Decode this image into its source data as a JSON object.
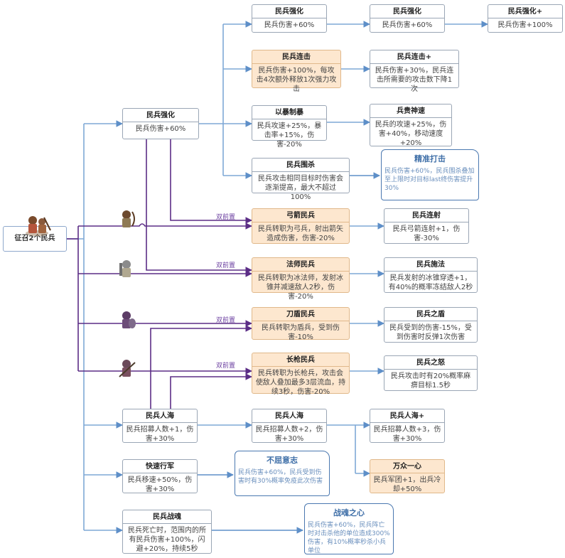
{
  "root": {
    "title": "征召2个民兵"
  },
  "tags": {
    "dual_pre": "双前置"
  },
  "nodes": {
    "n_strength": {
      "title": "民兵强化",
      "desc": "民兵伤害+60%"
    },
    "n_strength_a": {
      "title": "民兵强化",
      "desc": "民兵伤害+60%"
    },
    "n_strength_b": {
      "title": "民兵强化",
      "desc": "民兵伤害+60%"
    },
    "n_strength_c": {
      "title": "民兵强化+",
      "desc": "民兵伤害+100%"
    },
    "n_combo": {
      "title": "民兵连击",
      "desc": "民兵伤害+100%，每攻击4次额外释放1次强力攻击"
    },
    "n_combo_plus": {
      "title": "民兵连击+",
      "desc": "民兵伤害+30%，民兵连击所需要的攻击数下降1次"
    },
    "n_violent": {
      "title": "以暴制暴",
      "desc": "民兵攻速+25%，暴击率+15%，伤害-20%"
    },
    "n_swift": {
      "title": "兵贵神速",
      "desc": "民兵的攻速+25%，伤害+40%，移动速度+20%"
    },
    "n_siege": {
      "title": "民兵围杀",
      "desc": "民兵攻击相同目标时伤害会逐渐提高，最大不超过100%"
    },
    "n_precise": {
      "title": "精准打击",
      "desc": "民兵伤害+60%，民兵围杀叠加至上限时对目标last终伤害提升30%"
    },
    "n_archer": {
      "title": "弓箭民兵",
      "desc": "民兵转职为弓兵，射出箭矢造成伤害，伤害-20%"
    },
    "n_volley": {
      "title": "民兵连射",
      "desc": "民兵弓箭连射+1，伤害-30%"
    },
    "n_mage": {
      "title": "法师民兵",
      "desc": "民兵转职为冰法师，发射冰锥并减速敌人2秒，伤害-20%"
    },
    "n_cast": {
      "title": "民兵施法",
      "desc": "民兵发射的冰锥穿透+1，有40%的概率冻结敌人2秒"
    },
    "n_shield": {
      "title": "刀盾民兵",
      "desc": "民兵转职为盾兵，受到伤害-10%"
    },
    "n_shield_skill": {
      "title": "民兵之盾",
      "desc": "民兵受到的伤害-15%，受到伤害时反弹1次伤害"
    },
    "n_spear": {
      "title": "长枪民兵",
      "desc": "民兵转职为长枪兵，攻击会使敌人叠加最多3层流血，持续3秒，伤害-20%"
    },
    "n_wrath": {
      "title": "民兵之怒",
      "desc": "民兵攻击时有20%概率麻痹目标1.5秒"
    },
    "n_sea": {
      "title": "民兵人海",
      "desc": "民兵招募人数+1，伤害+30%"
    },
    "n_sea2": {
      "title": "民兵人海",
      "desc": "民兵招募人数+2，伤害+30%"
    },
    "n_sea3": {
      "title": "民兵人海+",
      "desc": "民兵招募人数+3，伤害+30%"
    },
    "n_unity": {
      "title": "万众一心",
      "desc": "民兵军团+1，出兵冷却+50%"
    },
    "n_march": {
      "title": "快速行军",
      "desc": "民兵移速+50%，伤害+30%"
    },
    "n_unyield": {
      "title": "不屈意志",
      "desc": "民兵伤害+60%，民兵受到伤害时有30%概率免疫此次伤害"
    },
    "n_soul": {
      "title": "民兵战魂",
      "desc": "民兵死亡时，范围内的所有民兵伤害+100%，闪避+20%，持续5秒"
    },
    "n_warsoul": {
      "title": "战魂之心",
      "desc": "民兵伤害+60%，民兵阵亡时对击杀他的单位造成300%伤害，有10%概率秒杀小兵单位"
    }
  },
  "colors": {
    "line_blue": "#7fa8d6",
    "line_purple": "#5b2d86",
    "orange_fill": "#fde7cf",
    "blue_border": "#4a78b0"
  }
}
